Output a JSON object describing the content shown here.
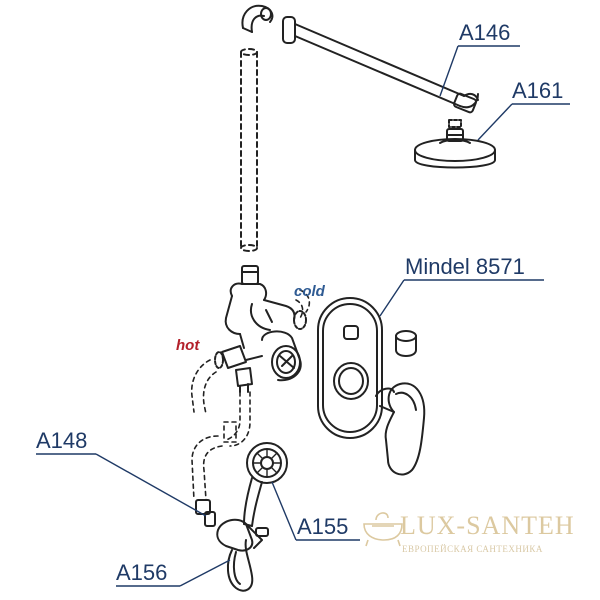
{
  "callouts": {
    "a146": "A146",
    "a161": "A161",
    "mindel": "Mindel 8571",
    "a148": "A148",
    "a155": "A155",
    "a156": "A156"
  },
  "ports": {
    "cold": "cold",
    "hot": "hot"
  },
  "watermark": {
    "brand": "LUX-SANTEH",
    "tagline": "ЕВРОПЕЙСКАЯ САНТЕХНИКА"
  },
  "colors": {
    "callout_text": "#1f3a66",
    "hot_label": "#b3202a",
    "cold_label": "#2f5b93",
    "watermark": "#dcc9a0",
    "line_art": "#222222"
  }
}
